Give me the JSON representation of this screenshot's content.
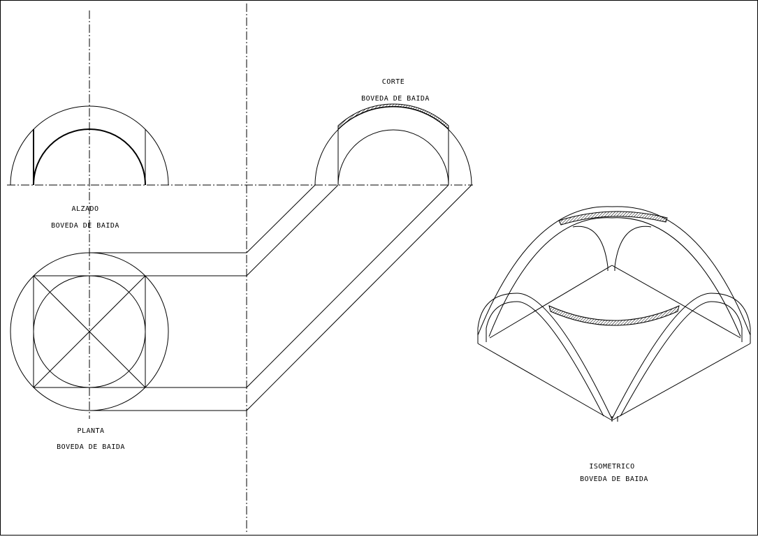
{
  "labels": {
    "alzado_title": "ALZADO",
    "alzado_sub": "BOVEDA DE BAIDA",
    "corte_title": "CORTE",
    "corte_sub": "BOVEDA DE BAIDA",
    "planta_title": "PLANTA",
    "planta_sub": "BOVEDA DE BAIDA",
    "iso_title": "ISOMETRICO",
    "iso_sub": "BOVEDA DE BAIDA"
  },
  "colors": {
    "line": "#000000",
    "background": "#ffffff"
  }
}
